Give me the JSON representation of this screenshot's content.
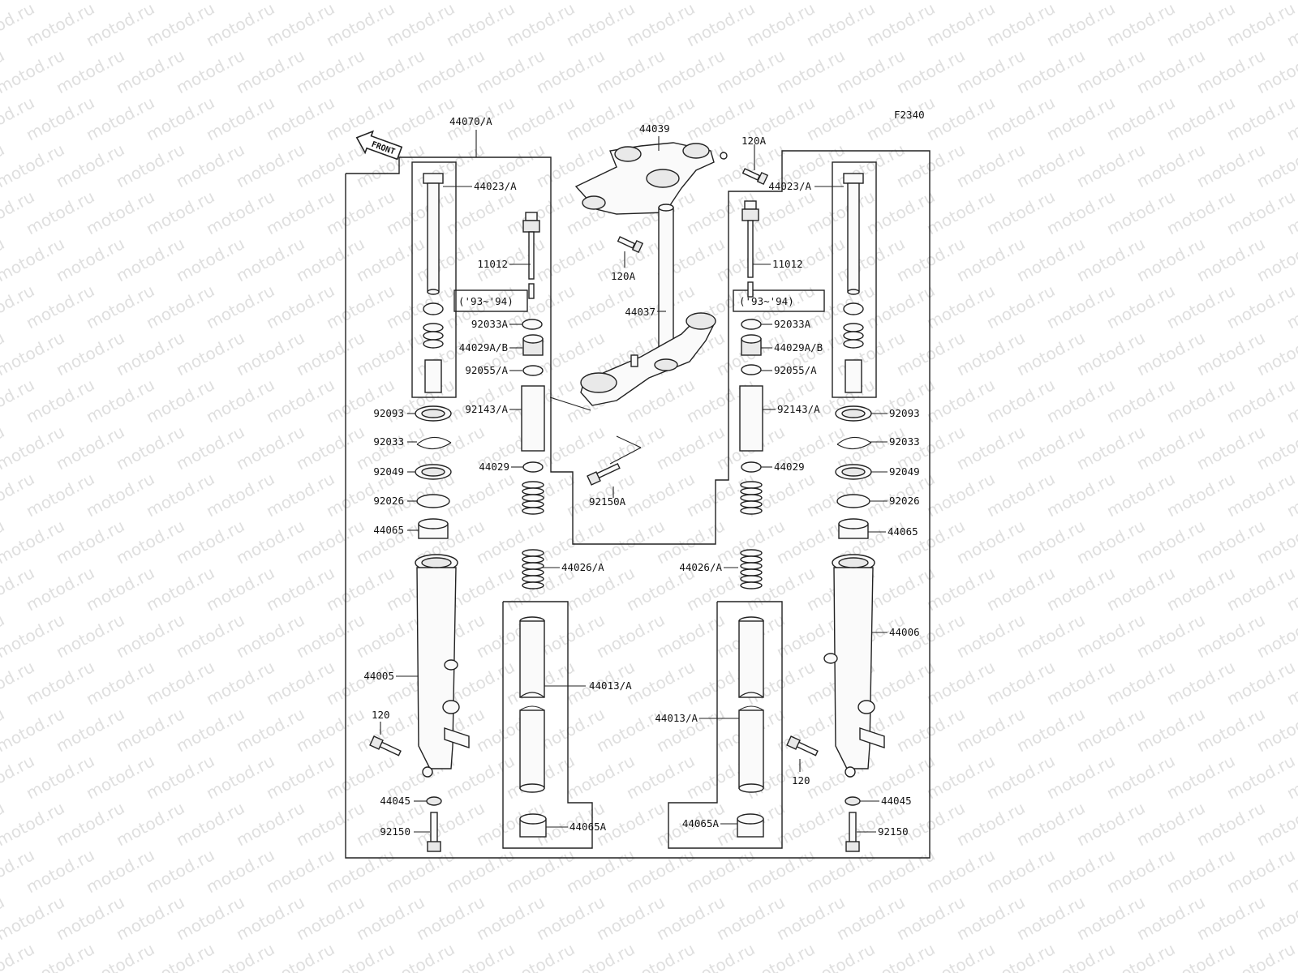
{
  "watermark": "motod.ru",
  "figure_code": "F2340",
  "front_label": "FRONT",
  "callouts": {
    "p44070A": "44070/A",
    "p44039": "44039",
    "p120A_top": "120A",
    "p120A_bot": "120A",
    "p44037": "44037",
    "p92150A": "92150A",
    "l44023A": "44023/A",
    "l11012": "11012",
    "l9394": "('93~'94)",
    "l92033A": "92033A",
    "l44029AB": "44029A/B",
    "l92055A": "92055/A",
    "l92143A": "92143/A",
    "l92093": "92093",
    "l92033": "92033",
    "l92049": "92049",
    "l92026": "92026",
    "l44065": "44065",
    "l44029": "44029",
    "l44026A": "44026/A",
    "l44013A": "44013/A",
    "l44005": "44005",
    "l120": "120",
    "l44045": "44045",
    "l92150": "92150",
    "l44065A": "44065A",
    "r44023A": "44023/A",
    "r11012": "11012",
    "r9394": "('93~'94)",
    "r92033A": "92033A",
    "r44029AB": "44029A/B",
    "r92055A": "92055/A",
    "r92143A": "92143/A",
    "r92093": "92093",
    "r92033": "92033",
    "r92049": "92049",
    "r92026": "92026",
    "r44065": "44065",
    "r44029": "44029",
    "r44026A": "44026/A",
    "r44013A": "44013/A",
    "r44006": "44006",
    "r120": "120",
    "r44045": "44045",
    "r92150": "92150",
    "r44065A": "44065A"
  }
}
